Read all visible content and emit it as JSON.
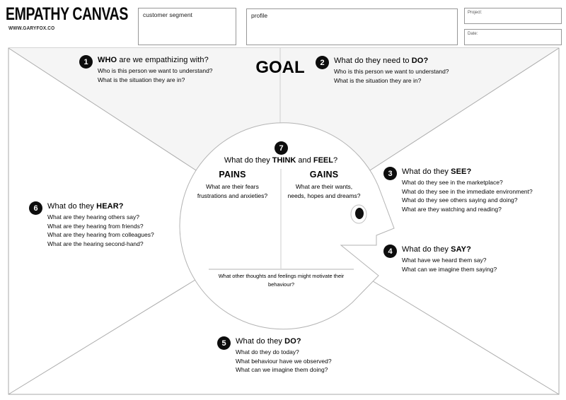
{
  "header": {
    "logo_title": "EMPATHY CANVAS",
    "logo_url": "WWW.GARYFOX.CO",
    "fields": {
      "customer_segment": {
        "label": "customer segment",
        "value": ""
      },
      "profile": {
        "label": "profile",
        "value": ""
      },
      "project": {
        "label": "Project:",
        "value": ""
      },
      "date": {
        "label": "Date:",
        "value": ""
      }
    }
  },
  "canvas": {
    "goal_label": "GOAL",
    "sections": [
      {
        "num": "1",
        "title": [
          {
            "t": "WHO",
            "b": true
          },
          {
            "t": " are we empathizing with?",
            "b": false
          }
        ],
        "lines": [
          "Who is this person we want to understand?",
          "What is the situation they are in?"
        ]
      },
      {
        "num": "2",
        "title": [
          {
            "t": "What do they need to ",
            "b": false
          },
          {
            "t": "DO",
            "b": true
          },
          {
            "t": "?",
            "b": true
          }
        ],
        "lines": [
          "Who is this person we want to understand?",
          "What is the situation they are in?"
        ]
      },
      {
        "num": "3",
        "title": [
          {
            "t": "What do they ",
            "b": false
          },
          {
            "t": "SEE?",
            "b": true
          }
        ],
        "lines": [
          "What do they see in the marketplace?",
          "What do they see in the immediate environment?",
          "What do they see others saying and doing?",
          "What are they watching and reading?"
        ]
      },
      {
        "num": "4",
        "title": [
          {
            "t": "What do they ",
            "b": false
          },
          {
            "t": "SAY?",
            "b": true
          }
        ],
        "lines": [
          "What have we heard them say?",
          "What can we imagine them saying?"
        ]
      },
      {
        "num": "5",
        "title": [
          {
            "t": "What do they ",
            "b": false
          },
          {
            "t": "DO?",
            "b": true
          }
        ],
        "lines": [
          "What do they do today?",
          "What behaviour have we observed?",
          "What can we imagine them doing?"
        ]
      },
      {
        "num": "6",
        "title": [
          {
            "t": "What do they ",
            "b": false
          },
          {
            "t": "HEAR?",
            "b": true
          }
        ],
        "lines": [
          "What are they hearing others say?",
          "What are they hearing from friends?",
          "What are they hearing from colleagues?",
          "What are the hearing second-hand?"
        ]
      }
    ],
    "center": {
      "num": "7",
      "title": [
        {
          "t": "What do they ",
          "b": false
        },
        {
          "t": "THINK",
          "b": true
        },
        {
          "t": " and ",
          "b": false
        },
        {
          "t": "FEEL",
          "b": true
        },
        {
          "t": "?",
          "b": false
        }
      ],
      "pains": {
        "heading": "PAINS",
        "lines": [
          "What are their fears",
          "frustrations and anxieties?"
        ]
      },
      "gains": {
        "heading": "GAINS",
        "lines": [
          "What are their wants,",
          "needs, hopes and dreams?"
        ]
      },
      "motivation_lines": [
        "What other thoughts and feelings might motivate their",
        "behaviour?"
      ]
    }
  },
  "colors": {
    "top_region_fill": "#f5f5f5",
    "line_gray": "#ababab",
    "badge_black": "#0d0d0d",
    "background": "#ffffff"
  }
}
